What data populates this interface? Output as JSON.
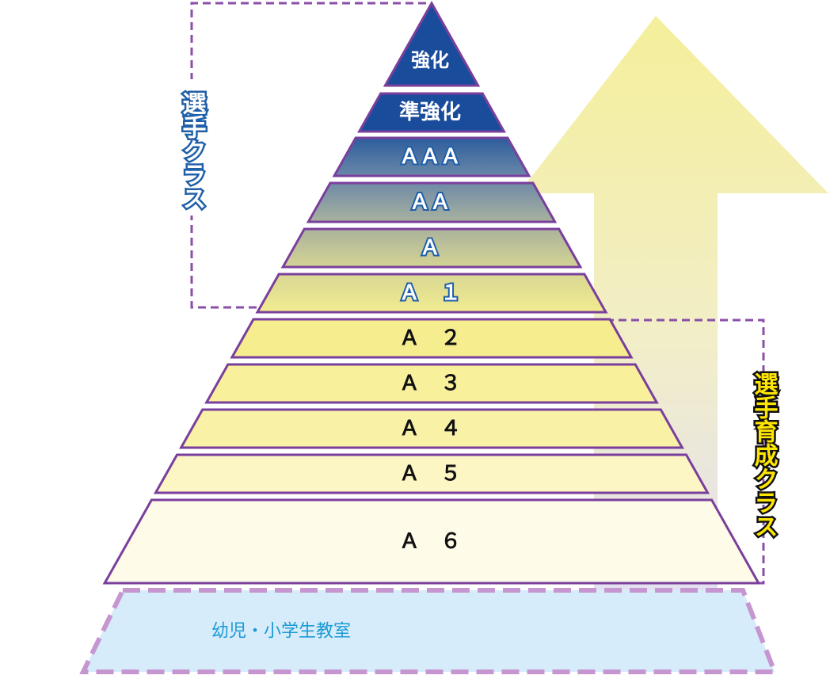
{
  "pyramid": {
    "levels": [
      {
        "label": "強化",
        "fill": "#1a4c9c",
        "text_color": "#ffffff",
        "outline": "none"
      },
      {
        "label": "準強化",
        "fill": "#1a4c9c",
        "text_color": "#ffffff",
        "outline": "none"
      },
      {
        "label": "ＡＡＡ",
        "fill": "grad1",
        "text_color": "#ffffff",
        "outline": "#1f5fa8"
      },
      {
        "label": "ＡＡ",
        "fill": "grad2",
        "text_color": "#ffffff",
        "outline": "#1f5fa8"
      },
      {
        "label": "Ａ",
        "fill": "grad3",
        "text_color": "#ffffff",
        "outline": "#1f5fa8"
      },
      {
        "label": "Ａ　１",
        "fill": "grad4",
        "text_color": "#ffffff",
        "outline": "#1f5fa8"
      },
      {
        "label": "Ａ　２",
        "fill": "#f6ee8e",
        "text_color": "#111111",
        "outline": "none"
      },
      {
        "label": "Ａ　３",
        "fill": "#f8f09a",
        "text_color": "#111111",
        "outline": "none"
      },
      {
        "label": "Ａ　４",
        "fill": "#f9f2a6",
        "text_color": "#111111",
        "outline": "none"
      },
      {
        "label": "Ａ　５",
        "fill": "#fbf6c4",
        "text_color": "#111111",
        "outline": "none"
      },
      {
        "label": "Ａ　６",
        "fill": "#fefbe8",
        "text_color": "#111111",
        "outline": "none"
      }
    ],
    "base": {
      "label": "幼児・小学生教室",
      "fill": "#d6ecfa",
      "text_color": "#1b9ad6"
    }
  },
  "brackets": {
    "athlete_class": {
      "label": "選手クラス",
      "text_color": "#ffffff",
      "outline": "#1f5fa8"
    },
    "development_class": {
      "label": "選手育成クラス",
      "text_color": "#ffe600",
      "outline": "#111111"
    }
  },
  "colors": {
    "frame": "#7a3f9c",
    "arrow_top": "#f4ef9a",
    "arrow_bottom": "#e4e0f2"
  }
}
